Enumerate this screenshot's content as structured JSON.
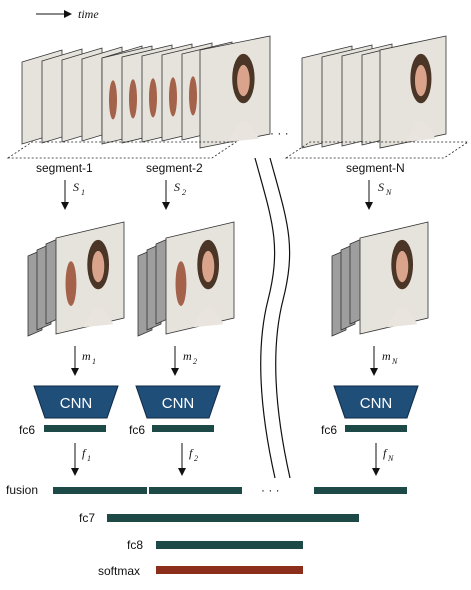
{
  "time_label": "time",
  "segments": [
    {
      "label": "segment-1",
      "sample": {
        "base": "S",
        "sub": "1"
      },
      "map": {
        "base": "m",
        "sub": "1"
      },
      "feat": {
        "base": "f",
        "sub": "1"
      },
      "cnn": "CNN",
      "fc": "fc6"
    },
    {
      "label": "segment-2",
      "sample": {
        "base": "S",
        "sub": "2"
      },
      "map": {
        "base": "m",
        "sub": "2"
      },
      "feat": {
        "base": "f",
        "sub": "2"
      },
      "cnn": "CNN",
      "fc": "fc6"
    },
    {
      "label": "segment-N",
      "sample": {
        "base": "S",
        "sub": "N"
      },
      "map": {
        "base": "m",
        "sub": "N"
      },
      "feat": {
        "base": "f",
        "sub": "N"
      },
      "cnn": "CNN",
      "fc": "fc6"
    }
  ],
  "ellipsis": "· · ·",
  "layers": {
    "fusion": "fusion",
    "fc7": "fc7",
    "fc8": "fc8",
    "softmax": "softmax"
  },
  "colors": {
    "cnn_fill": "#1f4e79",
    "fc_bar": "#1d4a47",
    "softmax_bar": "#8b2e1c",
    "frame_bg": "#e6e3dc",
    "frame_gray": "#9e9e9e"
  }
}
